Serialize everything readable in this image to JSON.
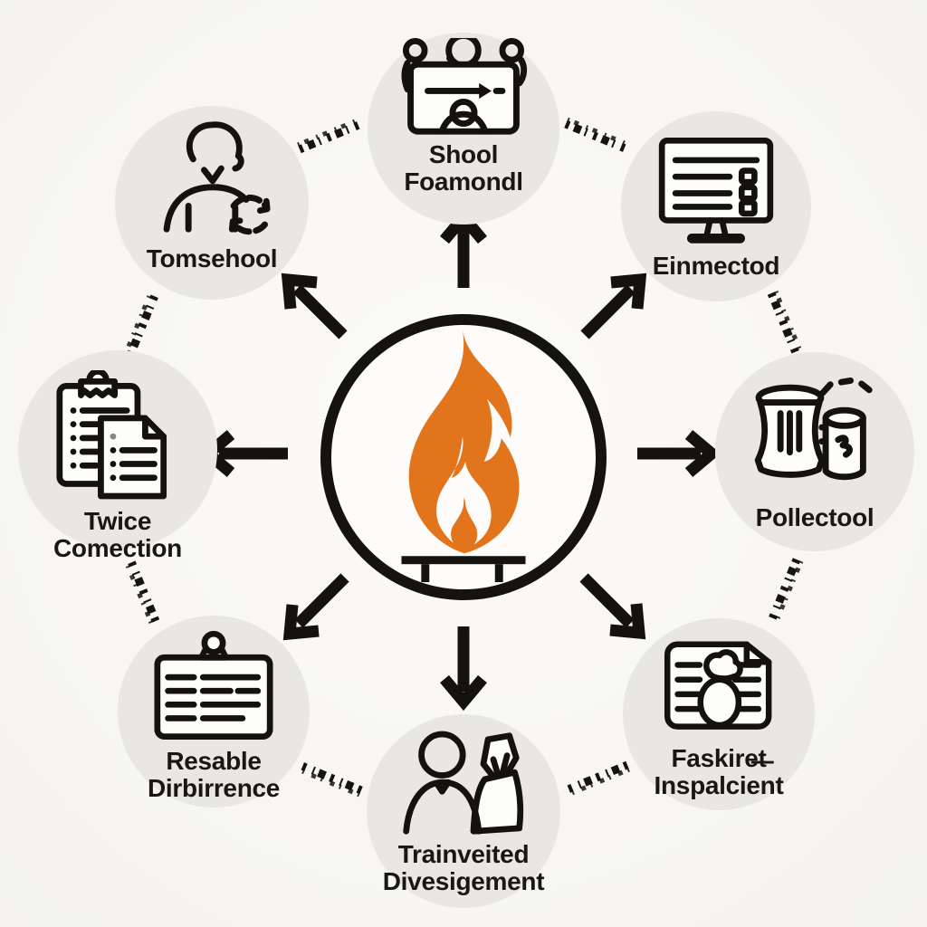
{
  "title": "fire-safety-cycle-diagram",
  "colors": {
    "background": "#f7f6f2",
    "node_fill": "#e9e7e3",
    "ink": "#15110c",
    "flame_orange": "#e2741c",
    "paper": "#fdfdfb"
  },
  "center": {
    "icon": "flame-icon"
  },
  "nodes": [
    {
      "id": "top",
      "icon": "meeting-board-icon",
      "line1": "Shool",
      "line2": "Foamondl"
    },
    {
      "id": "top-right",
      "icon": "monitor-checklist-icon",
      "line1": "Einmectod",
      "line2": ""
    },
    {
      "id": "right",
      "icon": "waste-bins-icon",
      "line1": "Pollectool",
      "line2": ""
    },
    {
      "id": "bottom-right",
      "icon": "document-person-icon",
      "line1": "Faskire̶t̶",
      "line2": "Inspalcient"
    },
    {
      "id": "bottom",
      "icon": "two-people-icon",
      "line1": "Trainveited",
      "line2": "Divesigement"
    },
    {
      "id": "bottom-left",
      "icon": "certificate-board-icon",
      "line1": "Resable",
      "line2": "Dirbirrence"
    },
    {
      "id": "left",
      "icon": "clipboard-documents-icon",
      "line1": "Twice",
      "line2": "Comection"
    },
    {
      "id": "top-left",
      "icon": "person-sync-icon",
      "line1": "Tomsehool",
      "line2": ""
    }
  ]
}
